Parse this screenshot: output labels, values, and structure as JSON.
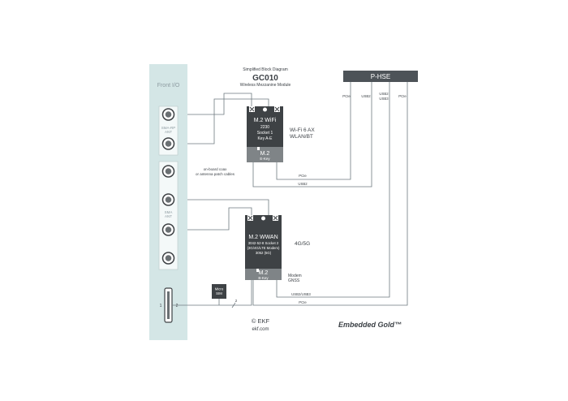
{
  "header": {
    "subtitle": "Simplified Block Diagram",
    "title": "GC010",
    "caption": "Wireless Mezzanine Module"
  },
  "front_io": {
    "label": "Front I/O",
    "sma_rp_label": "SMA-RP",
    "sma_rp_sub": "ANT",
    "sma_label": "SMA",
    "sma_sub": "ANT",
    "port_label_1": "1",
    "port_label_2": "2"
  },
  "bus": {
    "label": "P-HSE",
    "drop_pcie_1": "PCIe",
    "drop_usb2_1": "USB2",
    "drop_usb2_2a": "USB2",
    "drop_usb2_2b": "USB3",
    "drop_pcie_2": "PCIe"
  },
  "wifi_module": {
    "line1": "M.2 WiFi",
    "line2": "2230",
    "line3": "Socket 1",
    "line4": "Key A-E",
    "key_title": "M.2",
    "key_sub": "E-Key",
    "side_1": "Wi-Fi 6 AX",
    "side_2": "WLAN/BT"
  },
  "wwan_module": {
    "line1": "M.2 WWAN",
    "line2": "3042-52-8 Socket 2",
    "line3": "(3G/4G/LTE Modem)",
    "line4": "3052 (5G)",
    "key_title": "M.2",
    "key_sub": "B-Key",
    "side_1": "4G/5G",
    "side_2": "Modem",
    "side_3": "GNSS"
  },
  "notes": {
    "cable_1": "on-board coax",
    "cable_2": "or antenna patch cables",
    "sim_1": "Micro",
    "sim_2": "SIM",
    "wire_count": "2",
    "link_pcie_wifi": "PCIe",
    "link_usb2_wifi": "USB2",
    "link_usb_wwan": "USB2/USB3",
    "link_pcie_wwan": "PCIe"
  },
  "footer": {
    "copyright": "© EKF",
    "site": "ekf.com",
    "brand": "Embedded Gold™"
  },
  "colors": {
    "panel": "#d4e6e6",
    "module_dark": "#3e4245",
    "module_key": "#7f8487",
    "bus": "#4d5358",
    "wire": "#6f7a80"
  }
}
